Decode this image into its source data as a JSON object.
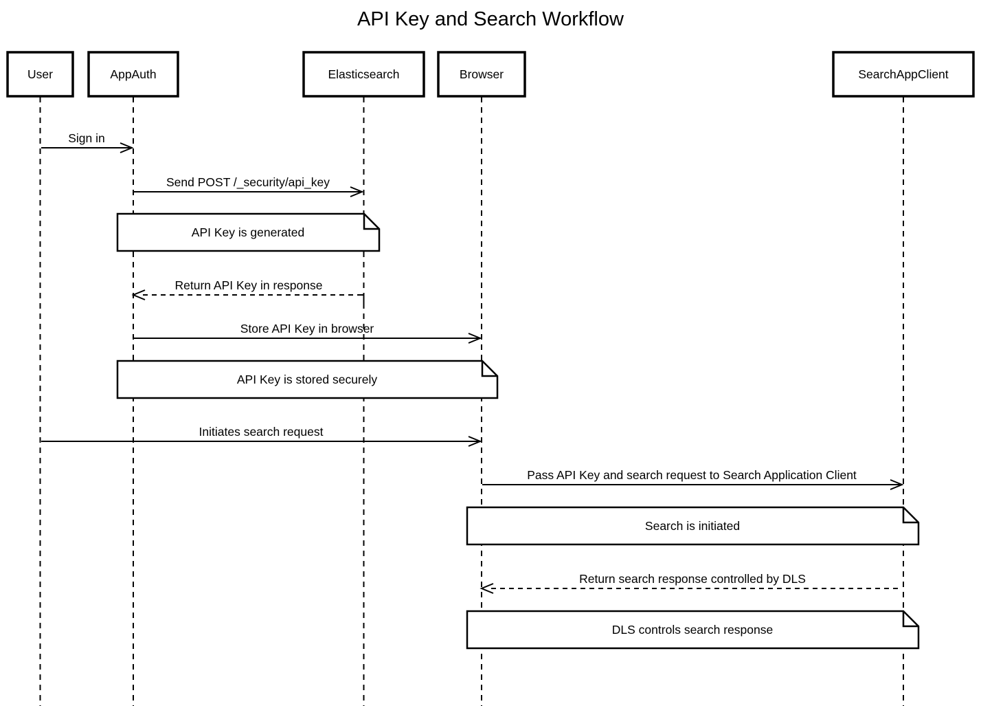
{
  "diagram": {
    "type": "sequence-diagram",
    "title": "API Key and Search Workflow",
    "colors": {
      "stroke": "#000000",
      "background": "#ffffff",
      "text": "#000000"
    },
    "participants": [
      {
        "name": "User"
      },
      {
        "name": "AppAuth"
      },
      {
        "name": "Elasticsearch"
      },
      {
        "name": "Browser"
      },
      {
        "name": "SearchAppClient"
      }
    ],
    "messages": [
      {
        "from": "User",
        "to": "AppAuth",
        "label": "Sign in",
        "line": "solid"
      },
      {
        "from": "AppAuth",
        "to": "Elasticsearch",
        "label": "Send POST /_security/api_key",
        "line": "solid"
      },
      {
        "from": "Elasticsearch",
        "to": "AppAuth",
        "label": "Return API Key in response",
        "line": "dashed"
      },
      {
        "from": "AppAuth",
        "to": "Browser",
        "label": "Store API Key in browser",
        "line": "solid"
      },
      {
        "from": "User",
        "to": "Browser",
        "label": "Initiates search request",
        "line": "solid"
      },
      {
        "from": "Browser",
        "to": "SearchAppClient",
        "label": "Pass API Key and search request to Search Application Client",
        "line": "solid"
      },
      {
        "from": "SearchAppClient",
        "to": "Browser",
        "label": "Return search response controlled by DLS",
        "line": "dashed"
      }
    ],
    "notes": [
      {
        "over": "AppAuth, Elasticsearch",
        "text": "API Key is generated"
      },
      {
        "over": "AppAuth, Browser",
        "text": "API Key is stored securely"
      },
      {
        "over": "Browser, SearchAppClient",
        "text": "Search is initiated"
      },
      {
        "over": "Browser, SearchAppClient",
        "text": "DLS controls search response"
      }
    ]
  }
}
